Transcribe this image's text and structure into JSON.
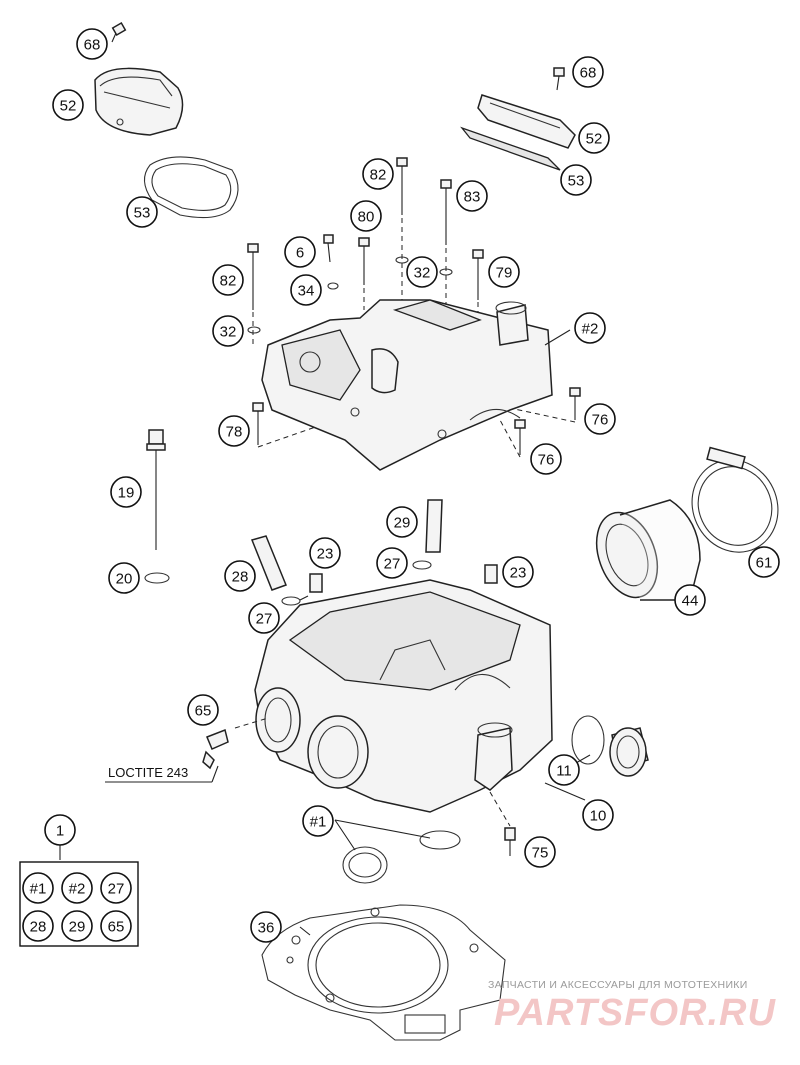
{
  "callouts": [
    {
      "id": "68a",
      "text": "68"
    },
    {
      "id": "52a",
      "text": "52"
    },
    {
      "id": "53a",
      "text": "53"
    },
    {
      "id": "68b",
      "text": "68"
    },
    {
      "id": "52b",
      "text": "52"
    },
    {
      "id": "53b",
      "text": "53"
    },
    {
      "id": "82a",
      "text": "82"
    },
    {
      "id": "83",
      "text": "83"
    },
    {
      "id": "80",
      "text": "80"
    },
    {
      "id": "6",
      "text": "6"
    },
    {
      "id": "82b",
      "text": "82"
    },
    {
      "id": "32a",
      "text": "32"
    },
    {
      "id": "79",
      "text": "79"
    },
    {
      "id": "34",
      "text": "34"
    },
    {
      "id": "32b",
      "text": "32"
    },
    {
      "id": "h2",
      "text": "#2"
    },
    {
      "id": "78",
      "text": "78"
    },
    {
      "id": "76a",
      "text": "76"
    },
    {
      "id": "76b",
      "text": "76"
    },
    {
      "id": "19",
      "text": "19"
    },
    {
      "id": "29",
      "text": "29"
    },
    {
      "id": "23a",
      "text": "23"
    },
    {
      "id": "27a",
      "text": "27"
    },
    {
      "id": "23b",
      "text": "23"
    },
    {
      "id": "28",
      "text": "28"
    },
    {
      "id": "27b",
      "text": "27"
    },
    {
      "id": "20",
      "text": "20"
    },
    {
      "id": "61",
      "text": "61"
    },
    {
      "id": "44",
      "text": "44"
    },
    {
      "id": "65",
      "text": "65"
    },
    {
      "id": "11",
      "text": "11"
    },
    {
      "id": "10",
      "text": "10"
    },
    {
      "id": "h1",
      "text": "#1"
    },
    {
      "id": "75",
      "text": "75"
    },
    {
      "id": "1",
      "text": "1"
    },
    {
      "id": "k1",
      "text": "#1"
    },
    {
      "id": "k2",
      "text": "#2"
    },
    {
      "id": "k3",
      "text": "27"
    },
    {
      "id": "k4",
      "text": "28"
    },
    {
      "id": "k5",
      "text": "29"
    },
    {
      "id": "k6",
      "text": "65"
    },
    {
      "id": "36",
      "text": "36"
    }
  ],
  "labels": {
    "loctite": "LOCTITE 243"
  },
  "watermark": {
    "tagline": "ЗАПЧАСТИ И АКСЕССУАРЫ ДЛЯ МОТОТЕХНИКИ",
    "brand": "PARTSFOR.RU"
  }
}
